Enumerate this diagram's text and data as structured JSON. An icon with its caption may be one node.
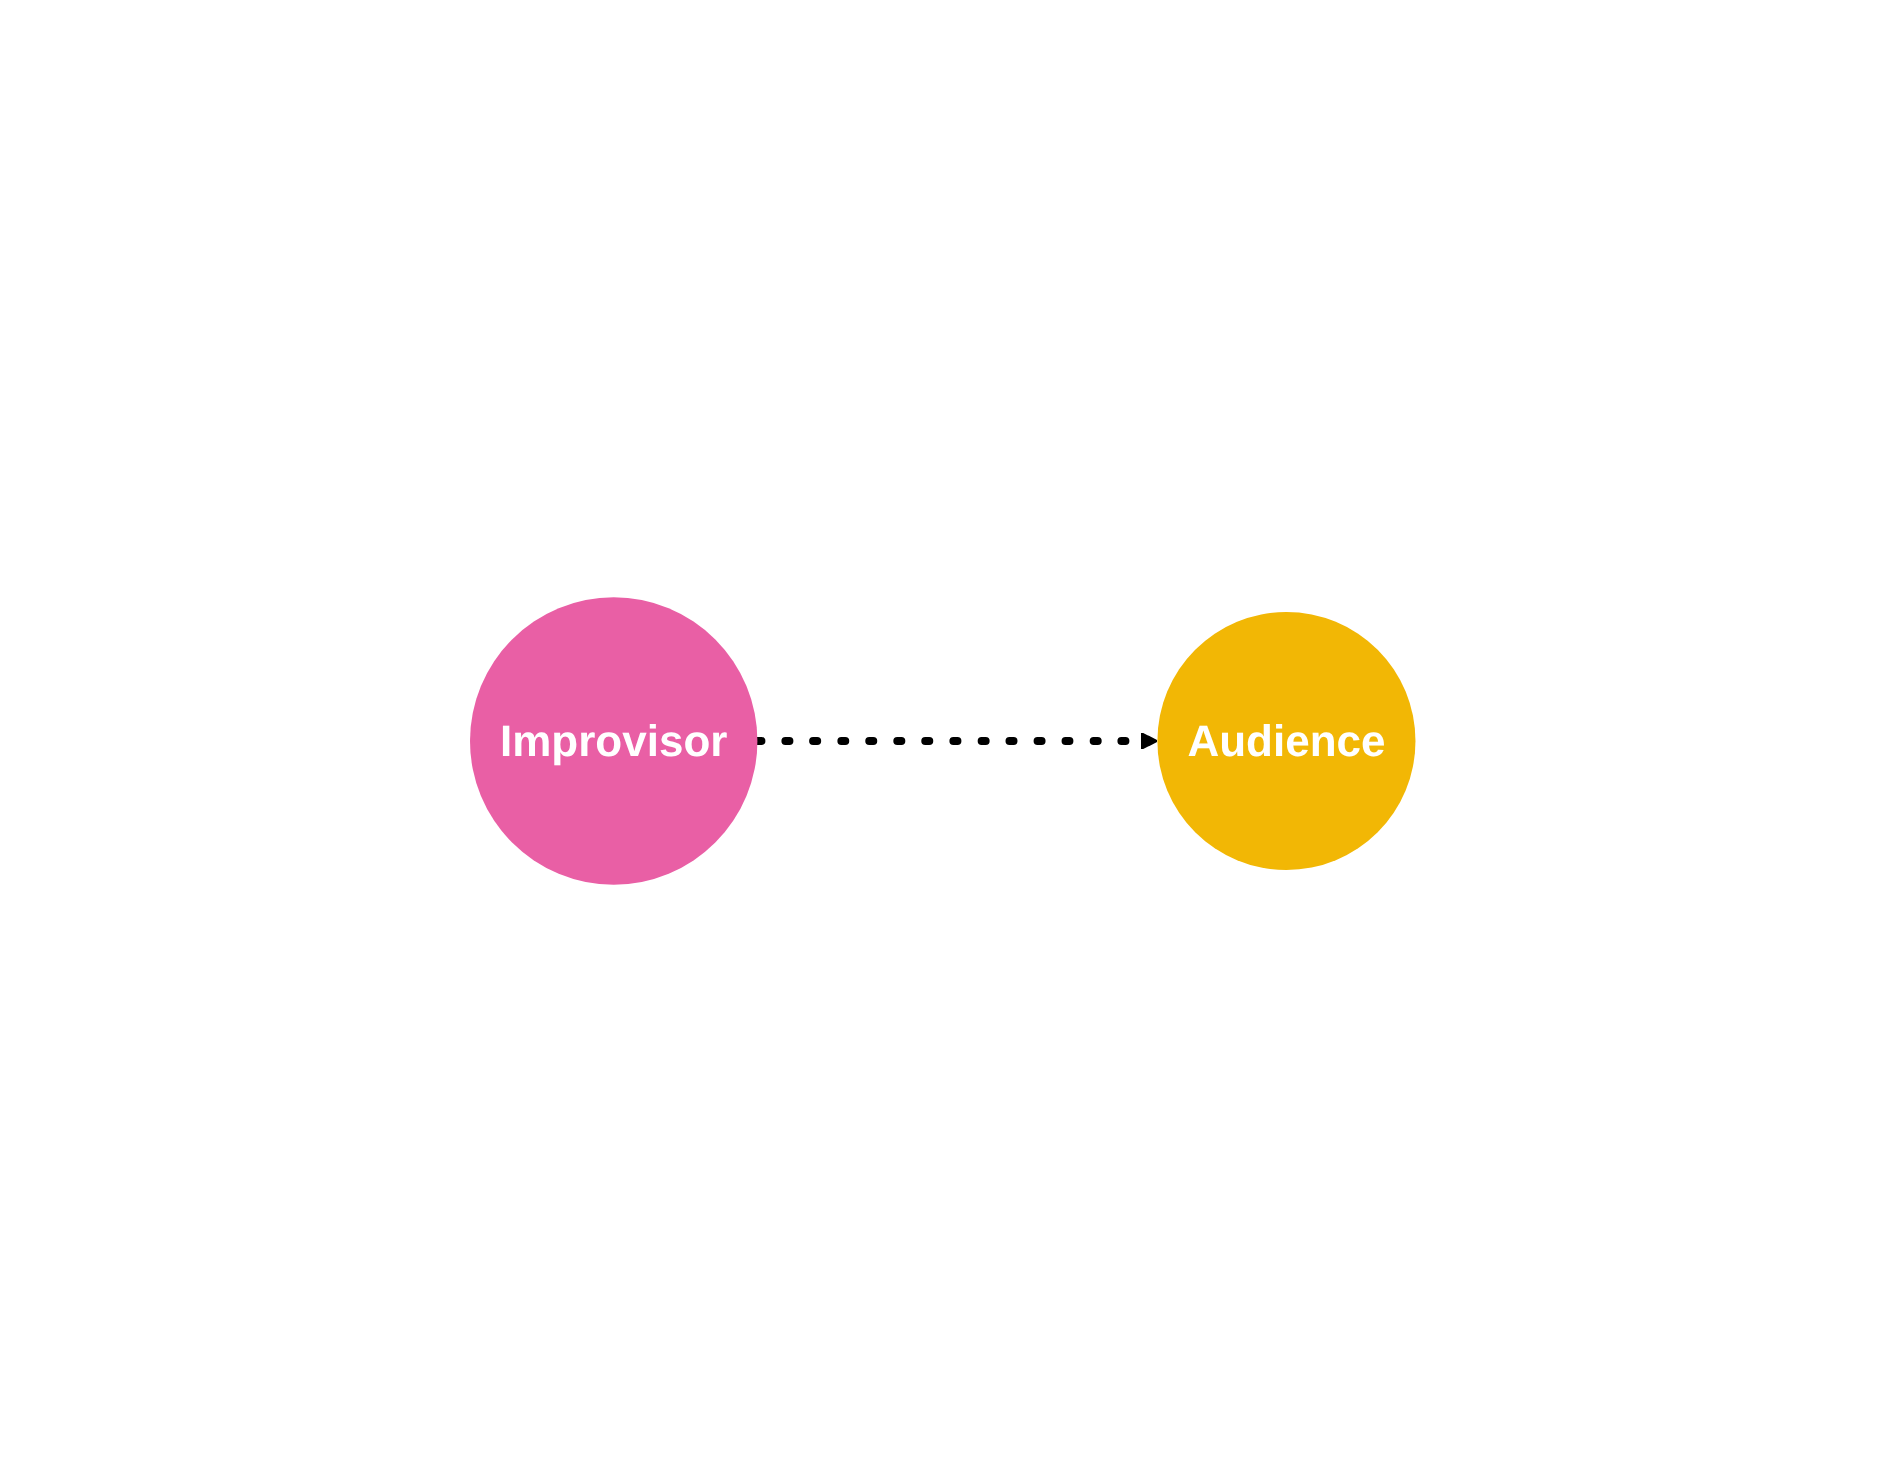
{
  "diagram": {
    "nodes": [
      {
        "text": [
          "Improvisor"
        ]
      },
      {
        "text": [
          "Audience"
        ]
      }
    ],
    "edges": [
      {
        "from": 0,
        "to": 1,
        "arrow": "to",
        "style": "dashed"
      }
    ]
  }
}
